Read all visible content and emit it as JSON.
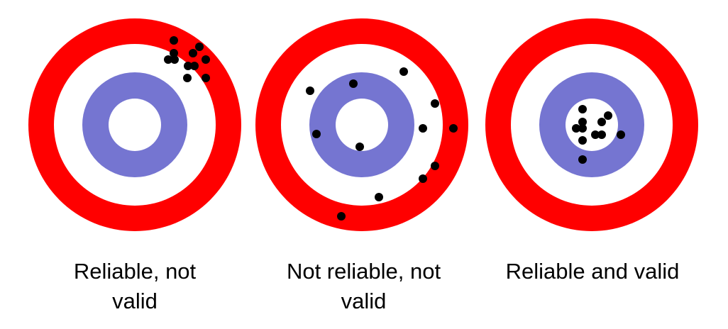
{
  "colors": {
    "outer_ring": "#ff0000",
    "white_band": "#ffffff",
    "inner_ring": "#7575d1",
    "bullseye": "#ffffff",
    "shot": "#000000"
  },
  "targets": [
    {
      "name": "target-reliable-not-valid",
      "caption": "Reliable, not\nvalid"
    },
    {
      "name": "target-not-reliable-not-valid",
      "caption": "Not reliable, not\nvalid"
    },
    {
      "name": "target-reliable-and-valid",
      "caption": "Reliable and valid"
    }
  ]
}
